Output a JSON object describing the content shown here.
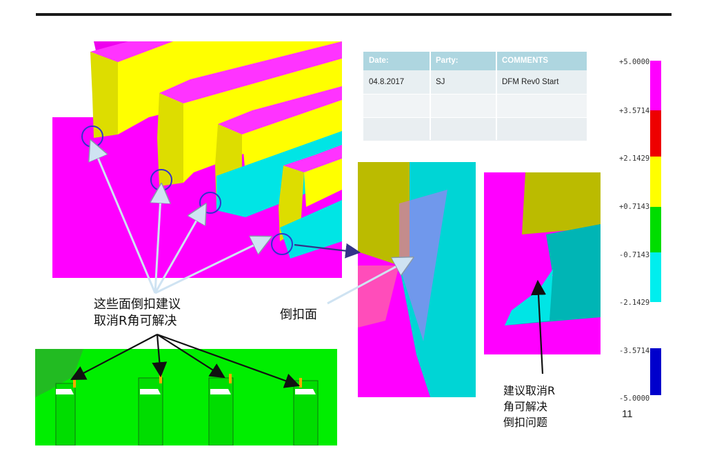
{
  "table": {
    "headers": [
      "Date:",
      "Party:",
      "COMMENTS"
    ],
    "rows": [
      [
        "04.8.2017",
        "SJ",
        "DFM Rev0 Start"
      ]
    ]
  },
  "annotations": {
    "left_note_line1": "这些面倒扣建议",
    "left_note_line2": "取消R角可解决",
    "undercut_face": "倒扣面",
    "right_note_line1": "建议取消R",
    "right_note_line2": "角可解决",
    "right_note_line3": "倒扣问题"
  },
  "scale": {
    "labels": [
      "+5.0000",
      "+3.5714",
      "+2.1429",
      "+0.7143",
      "-0.7143",
      "-2.1429",
      "-3.5714",
      "-5.0000"
    ],
    "colors": [
      "#ff00ff",
      "#ee0000",
      "#ffff00",
      "#00dd00",
      "#00eeee",
      "#0000cc"
    ]
  },
  "page_number": "11"
}
